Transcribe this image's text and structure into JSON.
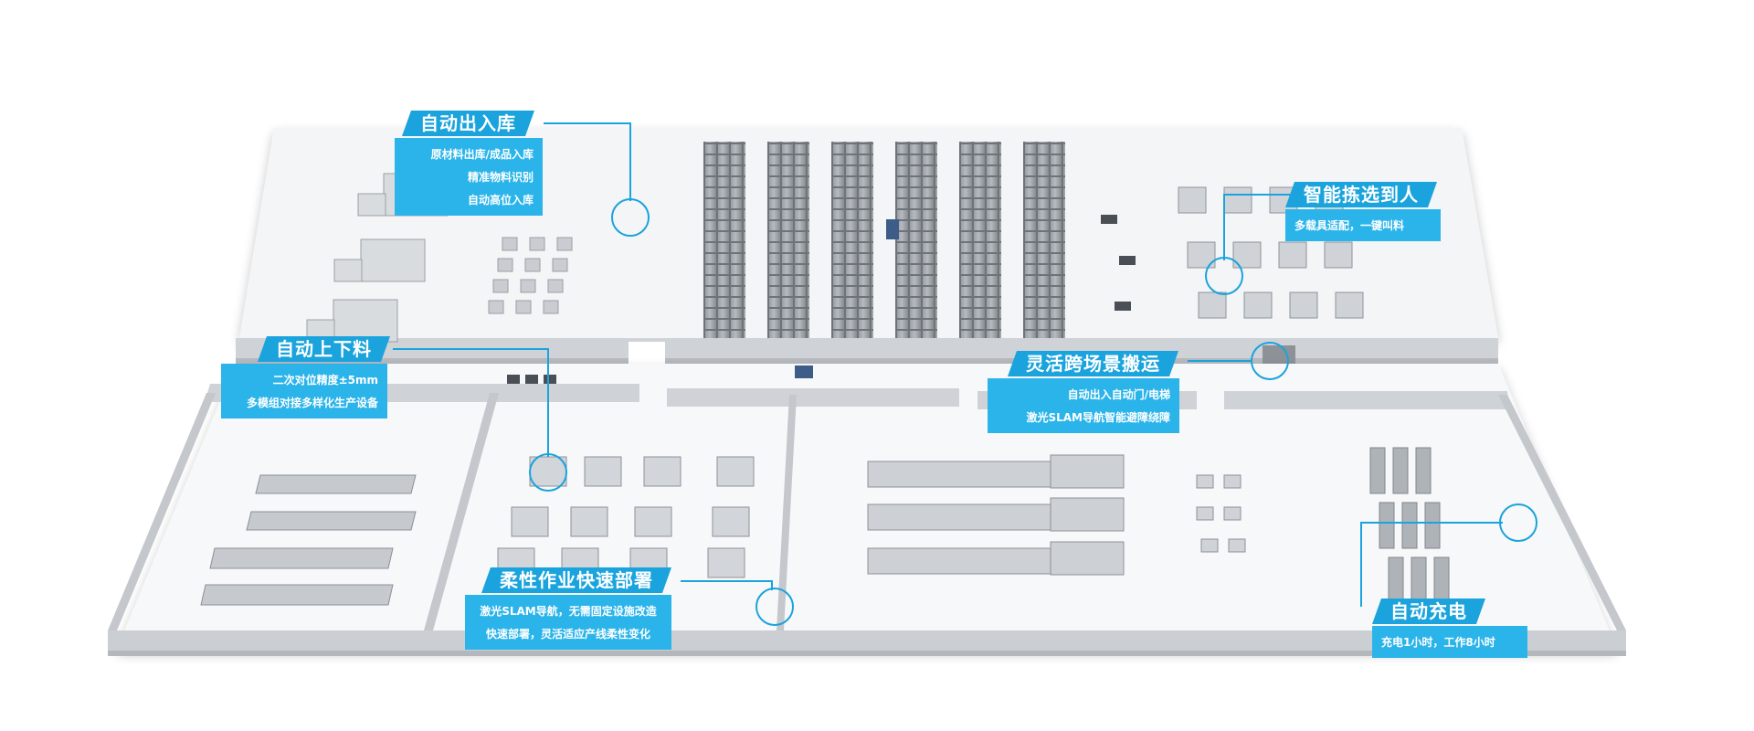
{
  "callouts": {
    "warehouse": {
      "title": "自动出入库",
      "lines": [
        "原材料出库/成品入库",
        "精准物料识别",
        "自动高位入库"
      ]
    },
    "loading": {
      "title": "自动上下料",
      "lines": [
        "二次对位精度±5mm",
        "多模组对接多样化生产设备"
      ]
    },
    "picking": {
      "title": "智能拣选到人",
      "lines": [
        "多载具适配，一键叫料"
      ]
    },
    "crossscene": {
      "title": "灵活跨场景搬运",
      "lines": [
        "自动出入自动门/电梯",
        "激光SLAM导航智能避障绕障"
      ]
    },
    "flexible": {
      "title": "柔性作业快速部署",
      "lines": [
        "激光SLAM导航，无需固定设施改造",
        "快速部署，灵活适应产线柔性变化"
      ]
    },
    "charging": {
      "title": "自动充电",
      "lines": [
        "充电1小时，工作8小时"
      ]
    }
  },
  "colors": {
    "accent": "#1aa3dd",
    "box": "#2bb4ea",
    "floor": "#f7f8f9",
    "wall": "#c9ccd0"
  }
}
